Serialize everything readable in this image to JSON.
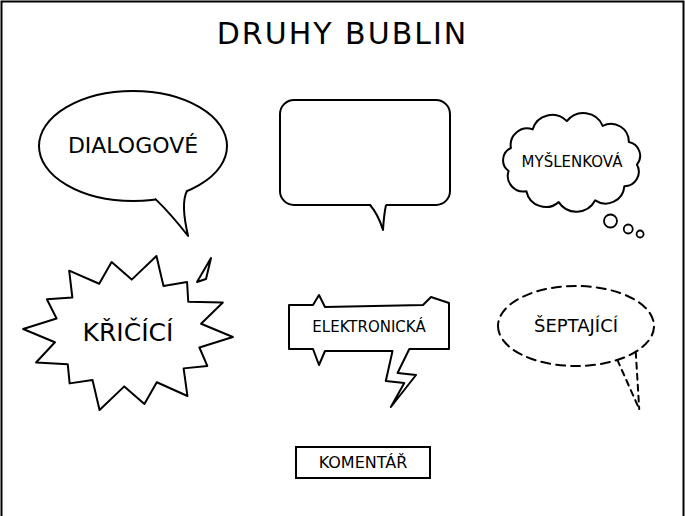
{
  "diagram": {
    "title": "DRUHY BUBLIN",
    "nodes": [
      {
        "text": [
          "DIALOGOVÉ"
        ]
      },
      {
        "text": [
          "MYŠLENKOVÁ"
        ]
      },
      {
        "text": [
          "KŘIČÍCÍ"
        ]
      },
      {
        "text": [
          "ELEKTRONICKÁ"
        ]
      },
      {
        "text": [
          "ŠEPTAJÍCÍ"
        ]
      },
      {
        "text": [
          "KOMENTÁŘ"
        ]
      }
    ]
  }
}
